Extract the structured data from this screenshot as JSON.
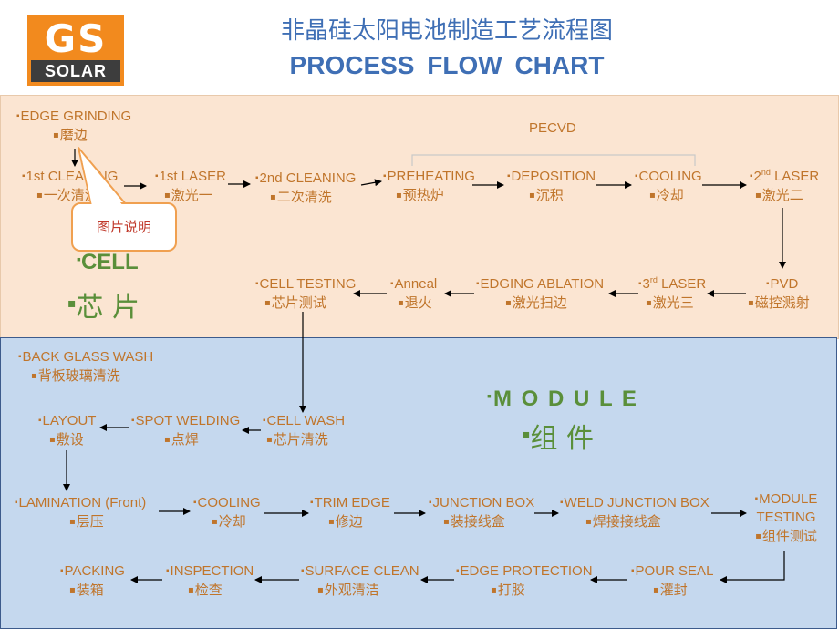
{
  "logo": {
    "text": "GS",
    "subtext": "SOLAR"
  },
  "title": {
    "cn": "非晶硅太阳电池制造工艺流程图",
    "en": "PROCESS  FLOW  CHART"
  },
  "pecvd_label": "PECVD",
  "callout": "图片说明",
  "cell_label": {
    "en": "CELL",
    "cn": "芯 片"
  },
  "module_label": {
    "en": "M O D U L E",
    "cn": "组 件"
  },
  "nodes": {
    "edge_grinding": {
      "en": "EDGE  GRINDING",
      "cn": "磨边"
    },
    "cleaning1": {
      "en": "1st CLEANING",
      "cn": "一次清洗"
    },
    "laser1": {
      "en": "1st LASER",
      "cn": "激光一"
    },
    "cleaning2": {
      "en": "2nd CLEANING",
      "cn": "二次清洗"
    },
    "preheating": {
      "en": "PREHEATING",
      "cn": "预热炉"
    },
    "deposition": {
      "en": "DEPOSITION",
      "cn": "沉积"
    },
    "cooling1": {
      "en": "COOLING",
      "cn": "冷却"
    },
    "laser2": {
      "en_pre": "2",
      "en_sup": "nd",
      "en_post": " LASER",
      "cn": "激光二"
    },
    "pvd": {
      "en": "PVD",
      "cn": "磁控溅射"
    },
    "laser3": {
      "en_pre": "3",
      "en_sup": "rd",
      "en_post": " LASER",
      "cn": "激光三"
    },
    "edging_ablation": {
      "en": "EDGING ABLATION",
      "cn": "激光扫边"
    },
    "anneal": {
      "en": "Anneal",
      "cn": "退火"
    },
    "cell_testing": {
      "en": "CELL TESTING",
      "cn": "芯片测试"
    },
    "back_glass_wash": {
      "en": "BACK GLASS WASH",
      "cn": "背板玻璃清洗"
    },
    "layout": {
      "en": "LAYOUT",
      "cn": "敷设"
    },
    "spot_welding": {
      "en": "SPOT WELDING",
      "cn": "点焊"
    },
    "cell_wash": {
      "en": "CELL WASH",
      "cn": "芯片清洗"
    },
    "lamination": {
      "en": "LAMINATION (Front)",
      "cn": "层压"
    },
    "cooling2": {
      "en": "COOLING",
      "cn": "冷却"
    },
    "trim_edge": {
      "en": "TRIM EDGE",
      "cn": "修边"
    },
    "junction_box": {
      "en": "JUNCTION BOX",
      "cn": "装接线盒"
    },
    "weld_junction_box": {
      "en": "WELD JUNCTION BOX",
      "cn": "焊接接线盒"
    },
    "module_testing": {
      "en1": "MODULE",
      "en2": "TESTING",
      "cn": "组件测试"
    },
    "pour_seal": {
      "en": "POUR SEAL",
      "cn": "灌封"
    },
    "edge_protection": {
      "en": "EDGE PROTECTION",
      "cn": "打胶"
    },
    "surface_clean": {
      "en": "SURFACE CLEAN",
      "cn": "外观清洁"
    },
    "inspection": {
      "en": "INSPECTION",
      "cn": "检查"
    },
    "packing": {
      "en": "PACKING",
      "cn": "装箱"
    }
  },
  "colors": {
    "node_text": "#c0752b",
    "title": "#3f6fb5",
    "section_label": "#5a8f3a",
    "cell_bg": "#fbe5d2",
    "module_bg": "#c5d8ee",
    "logo": "#f28a1e"
  }
}
